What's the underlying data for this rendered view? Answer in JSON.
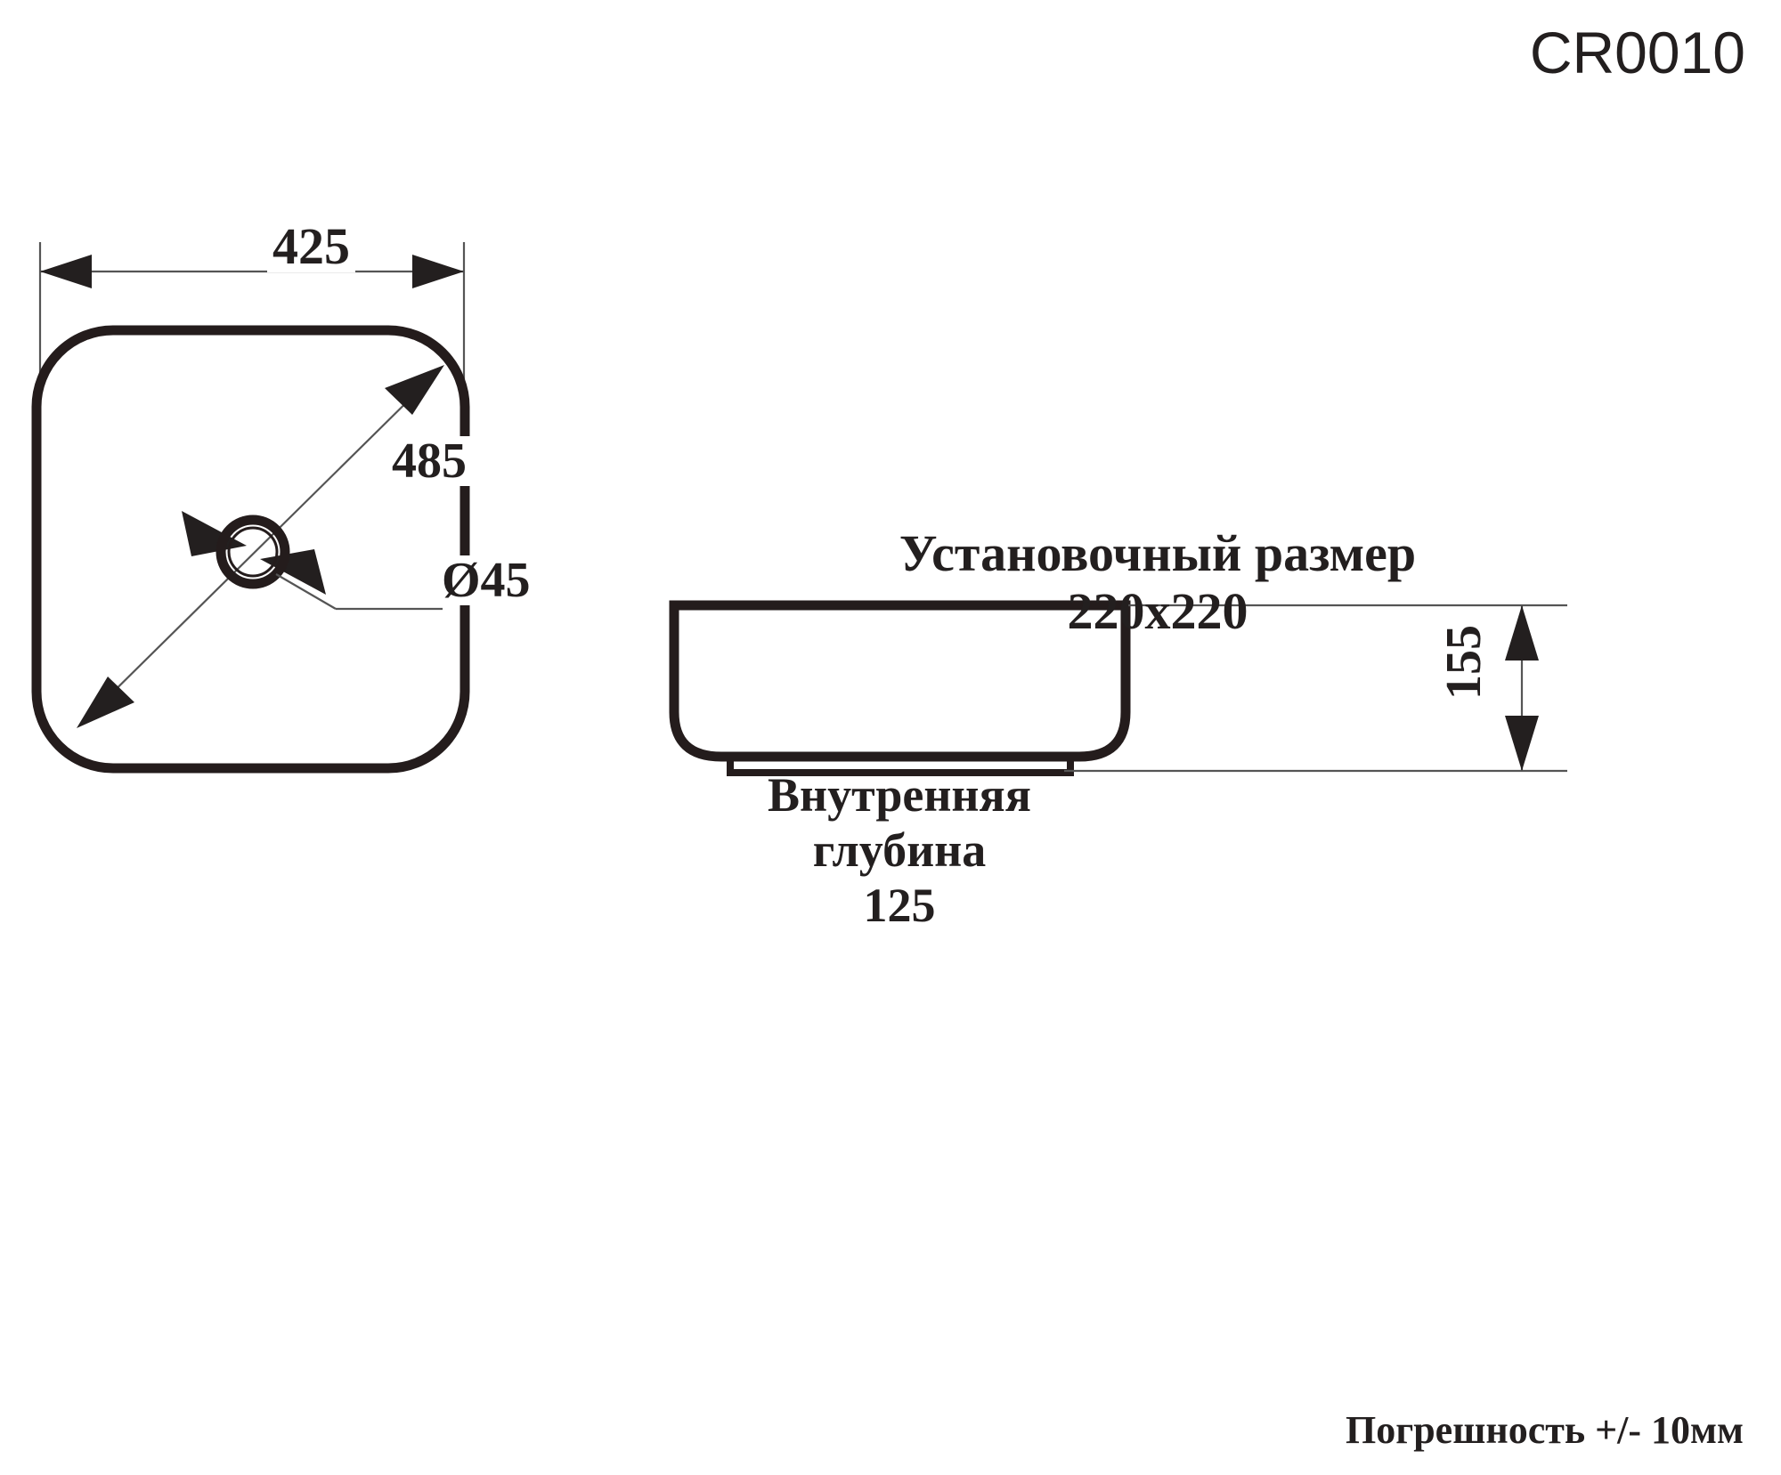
{
  "title": {
    "code": "CR0010"
  },
  "plan_view": {
    "width_dimension": "425",
    "diagonal_dimension": "485",
    "drain_diameter": "Ø45"
  },
  "install": {
    "line1": "Установочный размер",
    "line2": "220x220"
  },
  "side_view": {
    "depth_label": "Внутренняя глубина",
    "depth_value": "125",
    "height_dimension": "155"
  },
  "footer": {
    "tolerance": "Погрешность +/- 10мм"
  },
  "colors": {
    "ink": "#231f1f",
    "outline": "#241c1c",
    "thin_line": "#555555",
    "background": "#ffffff"
  },
  "chart_data": {
    "type": "table",
    "title": "CR0010",
    "categories": [
      "425",
      "485",
      "Ø45",
      "220x220",
      "125",
      "155"
    ],
    "values": [
      425,
      485,
      45,
      220,
      125,
      155
    ]
  }
}
